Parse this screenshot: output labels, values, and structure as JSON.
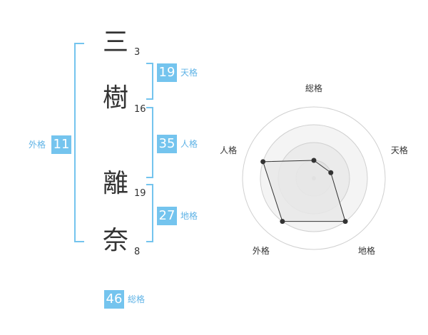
{
  "name": {
    "chars": [
      {
        "char": "三",
        "strokes": "3"
      },
      {
        "char": "樹",
        "strokes": "16"
      },
      {
        "char": "離",
        "strokes": "19"
      },
      {
        "char": "奈",
        "strokes": "8"
      }
    ]
  },
  "kaku": {
    "tenkaku": {
      "value": "19",
      "label": "天格"
    },
    "jinkaku": {
      "value": "35",
      "label": "人格"
    },
    "chikaku": {
      "value": "27",
      "label": "地格"
    },
    "gaikaku": {
      "value": "11",
      "label": "外格"
    },
    "soukaku": {
      "value": "46",
      "label": "総格"
    }
  },
  "colors": {
    "accent": "#74c4ee",
    "text": "#333333"
  },
  "chart_data": {
    "type": "radar",
    "axes": [
      "総格",
      "天格",
      "地格",
      "外格",
      "人格"
    ],
    "levels": 4,
    "series": [
      {
        "values": [
          1,
          1,
          3,
          3,
          3
        ]
      }
    ],
    "max": 4
  }
}
